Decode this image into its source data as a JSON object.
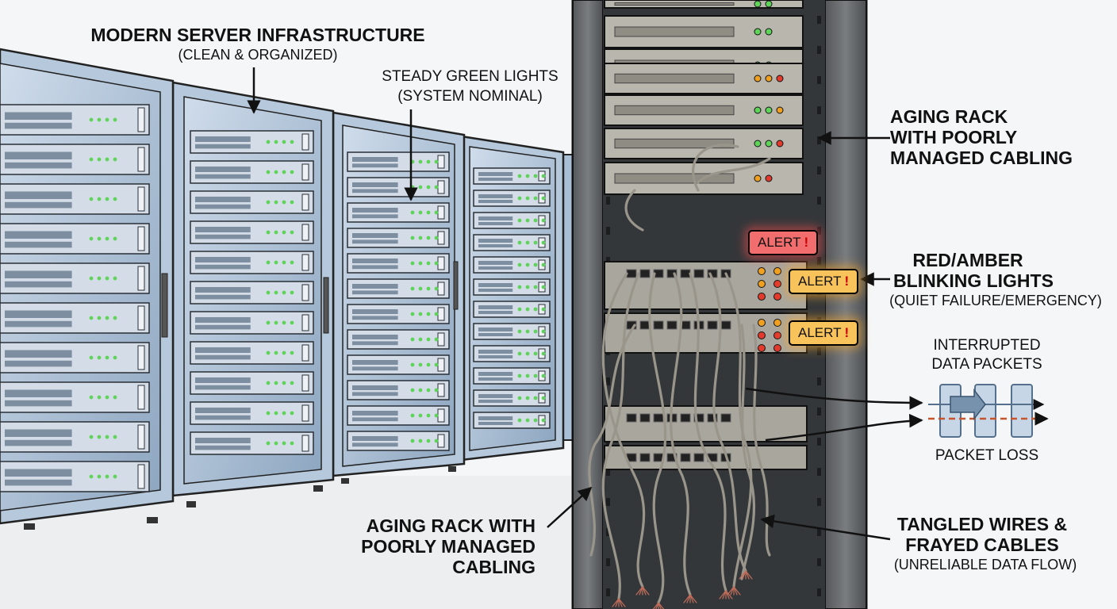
{
  "labels": {
    "modern_title": "MODERN SERVER INFRASTRUCTURE",
    "modern_sub": "(CLEAN & ORGANIZED)",
    "green_title": "STEADY GREEN LIGHTS",
    "green_sub": "(SYSTEM NOMINAL)",
    "aging_right_l1": "AGING RACK",
    "aging_right_l2": "WITH POORLY",
    "aging_right_l3": "MANAGED CABLING",
    "blink_l1": "RED/AMBER",
    "blink_l2": "BLINKING LIGHTS",
    "blink_sub": "(QUIET FAILURE/EMERGENCY)",
    "packets_l1": "INTERRUPTED",
    "packets_l2": "DATA PACKETS",
    "packet_loss": "PACKET LOSS",
    "aging_left_l1": "AGING RACK WITH",
    "aging_left_l2": "POORLY MANAGED",
    "aging_left_l3": "CABLING",
    "tangled_l1": "TANGLED WIRES &",
    "tangled_l2": "FRAYED CABLES",
    "tangled_sub": "(UNRELIABLE DATA FLOW)"
  },
  "alerts": [
    {
      "text": "ALERT",
      "mark": "!",
      "level": "red"
    },
    {
      "text": "ALERT",
      "mark": "!",
      "level": "amber"
    },
    {
      "text": "ALERT",
      "mark": "!",
      "level": "amber"
    }
  ],
  "colors": {
    "led_green": "#5fd35a",
    "led_red": "#e23b2e",
    "led_amber": "#f0a020",
    "rack_modern": "#a9bfd6",
    "rack_old": "#6a6d70",
    "cable": "#9a958a"
  }
}
